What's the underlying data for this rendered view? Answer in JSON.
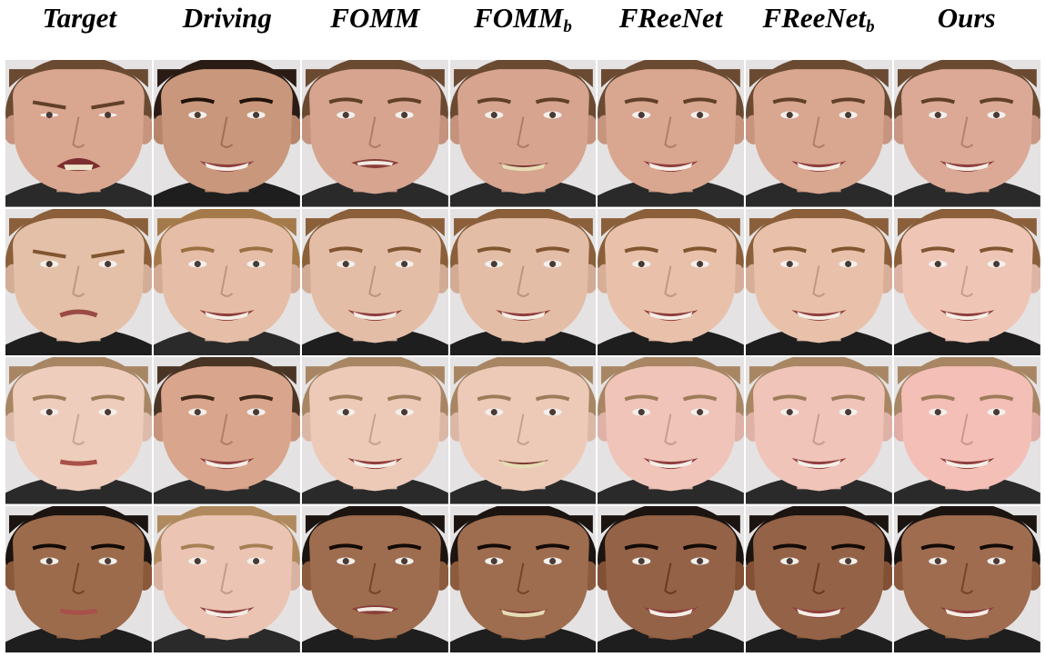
{
  "header": {
    "columns": [
      {
        "label": "Target",
        "sub": ""
      },
      {
        "label": "Driving",
        "sub": ""
      },
      {
        "label": "FOMM",
        "sub": ""
      },
      {
        "label": "FOMM",
        "sub": "b"
      },
      {
        "label": "FReeNet",
        "sub": ""
      },
      {
        "label": "FReeNet",
        "sub": "b"
      },
      {
        "label": "Ours",
        "sub": ""
      }
    ]
  },
  "rows": [
    {
      "cells": [
        {
          "skin": "#d9a690",
          "hair": "#6b4a32",
          "shirt": "#2a2a2a",
          "expression": "disgust"
        },
        {
          "skin": "#c8977c",
          "hair": "#2a1c14",
          "shirt": "#1e1e1e",
          "expression": "smile"
        },
        {
          "skin": "#d6a48f",
          "hair": "#6b4a32",
          "shirt": "#2a2a2a",
          "expression": "neutral-open"
        },
        {
          "skin": "#d6a48f",
          "hair": "#6b4a32",
          "shirt": "#2a2a2a",
          "expression": "smile-teeth"
        },
        {
          "skin": "#d9a690",
          "hair": "#6b4a32",
          "shirt": "#2a2a2a",
          "expression": "smile"
        },
        {
          "skin": "#d9a690",
          "hair": "#6b4a32",
          "shirt": "#2a2a2a",
          "expression": "smile"
        },
        {
          "skin": "#dba995",
          "hair": "#6b4a32",
          "shirt": "#2a2a2a",
          "expression": "smile"
        }
      ]
    },
    {
      "cells": [
        {
          "skin": "#e5c0a8",
          "hair": "#8a5f3a",
          "shirt": "#1e1e1e",
          "expression": "frown"
        },
        {
          "skin": "#e6bda6",
          "hair": "#a57a4a",
          "shirt": "#2a2a2a",
          "expression": "smile"
        },
        {
          "skin": "#e4bda7",
          "hair": "#8a5f3a",
          "shirt": "#1e1e1e",
          "expression": "smile"
        },
        {
          "skin": "#e4bda7",
          "hair": "#8a5f3a",
          "shirt": "#1e1e1e",
          "expression": "smile"
        },
        {
          "skin": "#e9c1aa",
          "hair": "#8a5f3a",
          "shirt": "#1e1e1e",
          "expression": "smile"
        },
        {
          "skin": "#e9c1aa",
          "hair": "#8a5f3a",
          "shirt": "#1e1e1e",
          "expression": "smile"
        },
        {
          "skin": "#efc6b6",
          "hair": "#8a5f3a",
          "shirt": "#1e1e1e",
          "expression": "smile"
        }
      ]
    },
    {
      "cells": [
        {
          "skin": "#efcdbc",
          "hair": "#a88664",
          "shirt": "#2a2a2a",
          "expression": "neutral"
        },
        {
          "skin": "#d9a58c",
          "hair": "#4a3424",
          "shirt": "#2a2a2a",
          "expression": "smile"
        },
        {
          "skin": "#edcab8",
          "hair": "#a88664",
          "shirt": "#2a2a2a",
          "expression": "smile"
        },
        {
          "skin": "#edcab8",
          "hair": "#a88664",
          "shirt": "#2a2a2a",
          "expression": "smile-teeth"
        },
        {
          "skin": "#f0c4b8",
          "hair": "#a88664",
          "shirt": "#2a2a2a",
          "expression": "smile"
        },
        {
          "skin": "#f0c4b8",
          "hair": "#a88664",
          "shirt": "#2a2a2a",
          "expression": "smile"
        },
        {
          "skin": "#f3bfb6",
          "hair": "#a88664",
          "shirt": "#2a2a2a",
          "expression": "smile"
        }
      ]
    },
    {
      "cells": [
        {
          "skin": "#9c6b4c",
          "hair": "#1c1410",
          "shirt": "#1e1e1e",
          "expression": "neutral"
        },
        {
          "skin": "#ecc4b3",
          "hair": "#b08a5e",
          "shirt": "#2a2a2a",
          "expression": "smile"
        },
        {
          "skin": "#9e6c4e",
          "hair": "#1c1410",
          "shirt": "#1e1e1e",
          "expression": "neutral-open"
        },
        {
          "skin": "#9e6c4e",
          "hair": "#1c1410",
          "shirt": "#1e1e1e",
          "expression": "smile-teeth"
        },
        {
          "skin": "#946246",
          "hair": "#1c1410",
          "shirt": "#1e1e1e",
          "expression": "smile"
        },
        {
          "skin": "#946246",
          "hair": "#1c1410",
          "shirt": "#1e1e1e",
          "expression": "smile"
        },
        {
          "skin": "#9f6c50",
          "hair": "#1c1410",
          "shirt": "#1e1e1e",
          "expression": "smile"
        }
      ]
    }
  ]
}
